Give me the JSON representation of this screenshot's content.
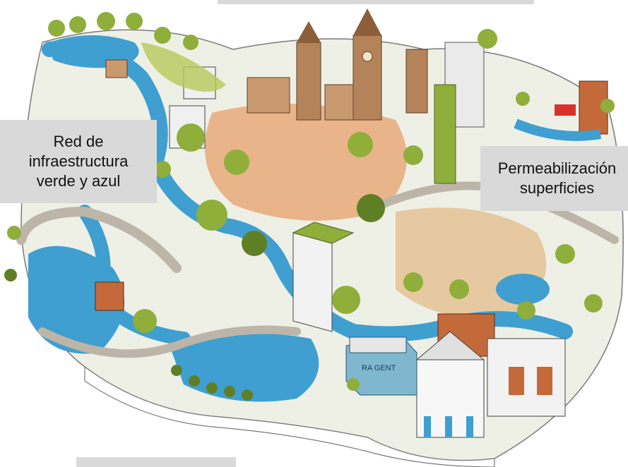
{
  "labels": {
    "top": "",
    "left": "Red de\ninfraestructura\nverde y azul",
    "right": "Permeabilización\nsuperficies",
    "bottom": ""
  },
  "colors": {
    "label_bg": "#d9d9d9",
    "water": "#3f9fd0",
    "tree": "#8fae3a",
    "tree_dark": "#5f7f25",
    "plaza": "#e9b48a",
    "building": "#b5835a",
    "brick": "#c46a3a",
    "road": "#bdb6a8",
    "facade": "#f2f2f2",
    "glass": "#7fb7cf"
  },
  "signs": {
    "market": "RA GENT"
  }
}
